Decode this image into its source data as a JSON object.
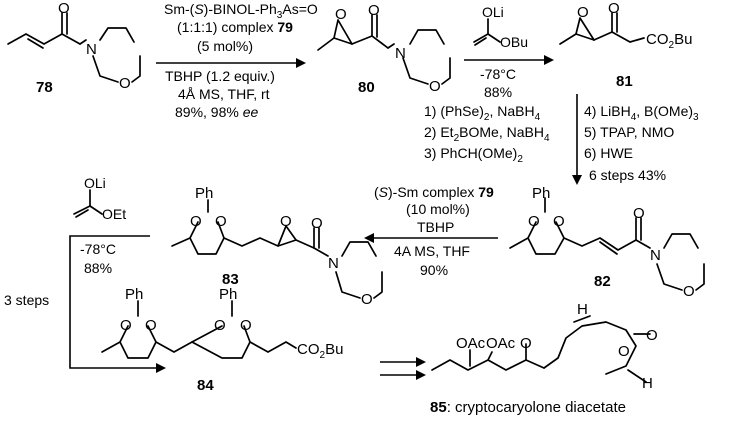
{
  "compounds": {
    "c78": "78",
    "c80": "80",
    "c81": "81",
    "c82": "82",
    "c83": "83",
    "c84": "84",
    "c85": "85",
    "c85_name": ": cryptocaryolone diacetate"
  },
  "atoms": {
    "N": "N",
    "O": "O",
    "Ph": "Ph",
    "H": "H",
    "OLi": "OLi",
    "OBu": "OBu",
    "OEt": "OEt",
    "OAc": "OAc",
    "CO2Bu": "CO",
    "sub2": "2",
    "Bu": "Bu"
  },
  "step1": {
    "line1": "Sm-(",
    "line1_S": "S",
    "line1_rest": ")-BINOL-Ph",
    "line1_sub": "3",
    "line1_end": "As=O",
    "line2": "(1:1:1) complex ",
    "line2_bold": "79",
    "line3": "(5 mol%)",
    "line4": "TBHP (1.2 equiv.)",
    "line5": "4Å MS, THF, rt",
    "line6": "89%, 98% ",
    "line6_ee": "ee"
  },
  "step2": {
    "temp": "-78°C",
    "yield": "88%"
  },
  "step3": {
    "r1": "1) (PhSe)",
    "r1_sub": "2",
    "r1_end": ", NaBH",
    "r1_sub2": "4",
    "r2": "2) Et",
    "r2_sub": "2",
    "r2_end": "BOMe, NaBH",
    "r2_sub2": "4",
    "r3": "3) PhCH(OMe)",
    "r3_sub": "2",
    "r4": "4) LiBH",
    "r4_sub": "4",
    "r4_end": ", B(OMe)",
    "r4_sub2": "3",
    "r5": "5) TPAP, NMO",
    "r6": "6) HWE",
    "total": "6 steps 43%"
  },
  "step4": {
    "line1_open": "(",
    "line1_S": "S",
    "line1_rest": ")-Sm complex ",
    "line1_bold": "79",
    "line2": "(10 mol%)",
    "line3": "TBHP",
    "line4": "4A MS, THF",
    "line5": "90%"
  },
  "step5": {
    "temp": "-78°C",
    "yield": "88%",
    "steps": "3 steps"
  }
}
